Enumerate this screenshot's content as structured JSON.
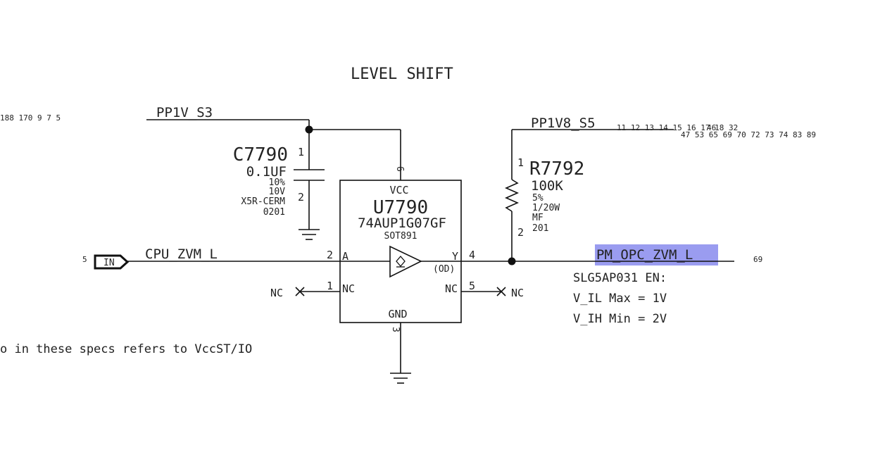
{
  "title": "LEVEL SHIFT",
  "note": "o in these specs refers to VccST/IO",
  "left_page_refs": "188 170  9  7  5",
  "rails": {
    "pp1v_s3": "PP1V_S3",
    "pp1v8_s5": "PP1V8_S5",
    "pp1v8_refs_row1": "11  12  13  14  15 16  17  18  32",
    "pp1v8_refs_overlap": "46",
    "pp1v8_refs_row2": "47  53  65  69  70  72  73  74  83  89"
  },
  "capacitor": {
    "ref": "C7790",
    "value": "0.1UF",
    "tolerance": "10%",
    "voltage": "10V",
    "dielectric": "X5R-CERM",
    "package": "0201",
    "pin1": "1",
    "pin2": "2"
  },
  "ic": {
    "ref": "U7790",
    "part": "74AUP1G07GF",
    "package": "SOT891",
    "vcc_label": "VCC",
    "gnd_label": "GND",
    "pin_vcc": "6",
    "pin_gnd": "3",
    "pin_a_num": "2",
    "pin_a_label": "A",
    "pin_y_label": "Y",
    "pin_y_num": "4",
    "od_label": "(OD)",
    "pin_nc_left_num": "1",
    "pin_nc_left_label": "NC",
    "pin_nc_right_label": "NC",
    "pin_nc_right_num": "5",
    "nc_left_ext": "NC",
    "nc_right_ext": "NC"
  },
  "resistor": {
    "ref": "R7792",
    "value": "100K",
    "tolerance": "5%",
    "power": "1/20W",
    "type": "MF",
    "package": "201",
    "pin1": "1",
    "pin2": "2"
  },
  "input_net": {
    "name": "CPU_ZVM_L",
    "port_label": "IN",
    "page_ref": "5"
  },
  "output_net": {
    "name": "PM_OPC_ZVM_L",
    "page_ref": "69",
    "highlight_color": "#9a9cf0"
  },
  "spec_notes": {
    "line1": "SLG5AP031 EN:",
    "line2": "V_IL Max = 1V",
    "line3": "V_IH Min = 2V"
  }
}
